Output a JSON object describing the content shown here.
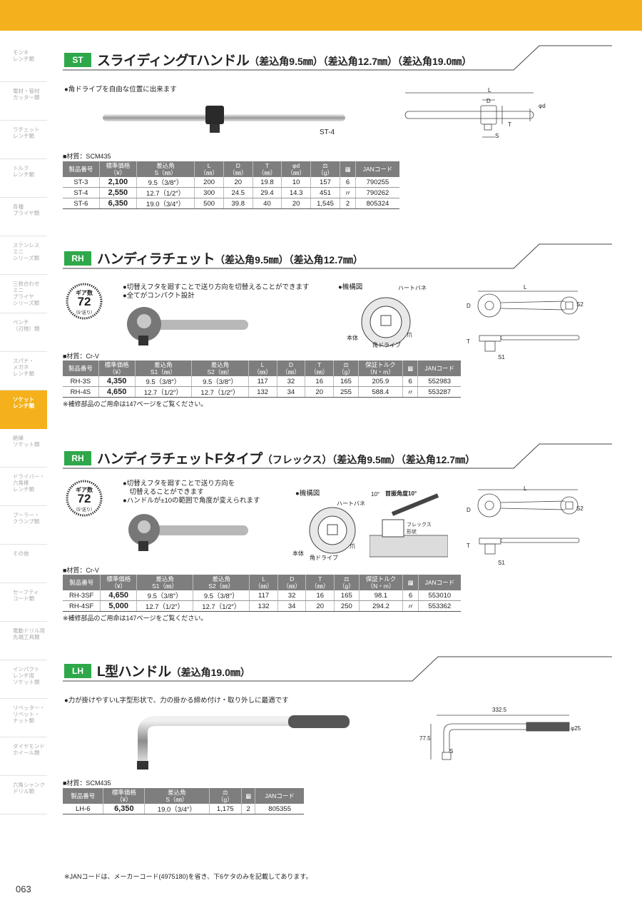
{
  "page_number": "063",
  "sidebar": [
    {
      "label": "モンキ\nレンチ類",
      "active": false
    },
    {
      "label": "電材・管材\nカッター類",
      "active": false
    },
    {
      "label": "ラチェット\nレンチ類",
      "active": false
    },
    {
      "label": "トルク\nレンチ類",
      "active": false
    },
    {
      "label": "各種\nプライヤ類",
      "active": false
    },
    {
      "label": "ステンレス\nミニ\nシリーズ類",
      "active": false
    },
    {
      "label": "三枚合わせ\nミニ\nプライヤ\nシリーズ類",
      "active": false
    },
    {
      "label": "ペンチ\n（刃物）類",
      "active": false
    },
    {
      "label": "スパナ・\nメガネ\nレンチ類",
      "active": false
    },
    {
      "label": "ソケット\nレンチ類",
      "active": true
    },
    {
      "label": "絶縁\nソケット類",
      "active": false
    },
    {
      "label": "ドライバー・\n六角棒\nレンチ類",
      "active": false
    },
    {
      "label": "プーラー・\nクランプ類",
      "active": false
    },
    {
      "label": "その他",
      "active": false
    },
    {
      "label": "セーフティ\nコード類",
      "active": false
    },
    {
      "label": "電動ドリル用\n先端工具類",
      "active": false
    },
    {
      "label": "インパクト\nレンチ用\nソケット類",
      "active": false
    },
    {
      "label": "リベッター・\nリベット・\nナット類",
      "active": false
    },
    {
      "label": "ダイヤモンド\nホイール類",
      "active": false
    },
    {
      "label": "六角シャンク\nドリル類",
      "active": false
    }
  ],
  "sections": {
    "st": {
      "badge": "ST",
      "title": "スライディングTハンドル",
      "subtitle": "（差込角9.5㎜）（差込角12.7㎜）（差込角19.0㎜）",
      "bullets": [
        "●角ドライブを自由な位置に出来ます"
      ],
      "photo_label": "ST-4",
      "diagram_labels": {
        "L": "L",
        "D": "D",
        "phi_d": "φd",
        "T": "T",
        "S": "S"
      },
      "material": "■材質：SCM435",
      "columns": [
        "製品番号",
        "標準価格\n（¥）",
        "差込角\nS（㎜）",
        "L\n（㎜）",
        "D\n（㎜）",
        "T\n（㎜）",
        "φd\n（㎜）",
        "⚖\n（g）",
        "▦",
        "JANコード"
      ],
      "rows": [
        [
          "ST-3",
          "2,100",
          "9.5（3/8″）",
          "200",
          "20",
          "19.8",
          "10",
          "157",
          "6",
          "790255"
        ],
        [
          "ST-4",
          "2,550",
          "12.7（1/2″）",
          "300",
          "24.5",
          "29.4",
          "14.3",
          "451",
          "〃",
          "790262"
        ],
        [
          "ST-6",
          "6,350",
          "19.0（3/4″）",
          "500",
          "39.8",
          "40",
          "20",
          "1,545",
          "2",
          "805324"
        ]
      ]
    },
    "rh": {
      "badge": "RH",
      "title": "ハンディラチェット",
      "subtitle": "（差込角9.5㎜）（差込角12.7㎜）",
      "gear": {
        "label": "ギア数",
        "value": "72",
        "note": "（5°送り）"
      },
      "bullets": [
        "●切替えフタを廻すことで送り方向を切替えることができます",
        "●全てがコンパクト設計"
      ],
      "mechanism_title": "●機構図",
      "mechanism_labels": {
        "spring": "ハートバネ",
        "body": "本体",
        "claw": "爪",
        "drive": "角ドライブ"
      },
      "diagram_labels": {
        "L": "L",
        "D": "D",
        "S2": "S2",
        "T": "T",
        "S1": "S1"
      },
      "material": "■材質：Cr-V",
      "columns": [
        "製品番号",
        "標準価格\n（¥）",
        "差込角\nS1（㎜）",
        "差込角\nS2（㎜）",
        "L\n（㎜）",
        "D\n（㎜）",
        "T\n（㎜）",
        "⚖\n（g）",
        "保証トルク\n（N・m）",
        "▦",
        "JANコード"
      ],
      "rows": [
        [
          "RH-3S",
          "4,350",
          "9.5（3/8″）",
          "9.5（3/8″）",
          "117",
          "32",
          "16",
          "165",
          "205.9",
          "6",
          "552983"
        ],
        [
          "RH-4S",
          "4,650",
          "12.7（1/2″）",
          "12.7（1/2″）",
          "132",
          "34",
          "20",
          "255",
          "588.4",
          "〃",
          "553287"
        ]
      ],
      "note": "※補修部品のご用命は147ページをご覧ください。"
    },
    "rhf": {
      "badge": "RH",
      "title": "ハンディラチェットFタイプ",
      "subtitle": "（フレックス）（差込角9.5㎜）（差込角12.7㎜）",
      "gear": {
        "label": "ギア数",
        "value": "72",
        "note": "（5°送り）"
      },
      "bullets": [
        "●切替えフタを廻すことで送り方向を",
        "　切替えることができます",
        "●ハンドルが±10の範囲で角度が変えられます"
      ],
      "mechanism_title": "●機構図",
      "mechanism_labels": {
        "spring": "ハートバネ",
        "body": "本体",
        "claw": "爪",
        "drive": "角ドライブ"
      },
      "flex_labels": {
        "angle": "10°",
        "swing": "首振角度10°",
        "flex": "フレックス\n形状"
      },
      "diagram_labels": {
        "L": "L",
        "D": "D",
        "S2": "S2",
        "T": "T",
        "S1": "S1"
      },
      "material": "■材質：Cr-V",
      "columns": [
        "製品番号",
        "標準価格\n（¥）",
        "差込角\nS1（㎜）",
        "差込角\nS2（㎜）",
        "L\n（㎜）",
        "D\n（㎜）",
        "T\n（㎜）",
        "⚖\n（g）",
        "保証トルク\n（N・m）",
        "▦",
        "JANコード"
      ],
      "rows": [
        [
          "RH-3SF",
          "4,650",
          "9.5（3/8″）",
          "9.5（3/8″）",
          "117",
          "32",
          "16",
          "165",
          "98.1",
          "6",
          "553010"
        ],
        [
          "RH-4SF",
          "5,000",
          "12.7（1/2″）",
          "12.7（1/2″）",
          "132",
          "34",
          "20",
          "250",
          "294.2",
          "〃",
          "553362"
        ]
      ],
      "note": "※補修部品のご用命は147ページをご覧ください。"
    },
    "lh": {
      "badge": "LH",
      "title": "L型ハンドル",
      "subtitle": "（差込角19.0㎜）",
      "bullets": [
        "●力が掛けやすいL字型形状で、力の掛かる締め付け・取り外しに最適です"
      ],
      "diagram_labels": {
        "length": "332.5",
        "height": "77.5",
        "phi": "φ25",
        "S": "S"
      },
      "material": "■材質：SCM435",
      "columns": [
        "製品番号",
        "標準価格\n（¥）",
        "差込角\nS（㎜）",
        "⚖\n（g）",
        "▦",
        "JANコード"
      ],
      "rows": [
        [
          "LH-6",
          "6,350",
          "19.0（3/4″）",
          "1,175",
          "2",
          "805355"
        ]
      ]
    }
  },
  "footnote": "※JANコードは、メーカーコード(4975180)を省き、下6ケタのみを記載してあります。"
}
